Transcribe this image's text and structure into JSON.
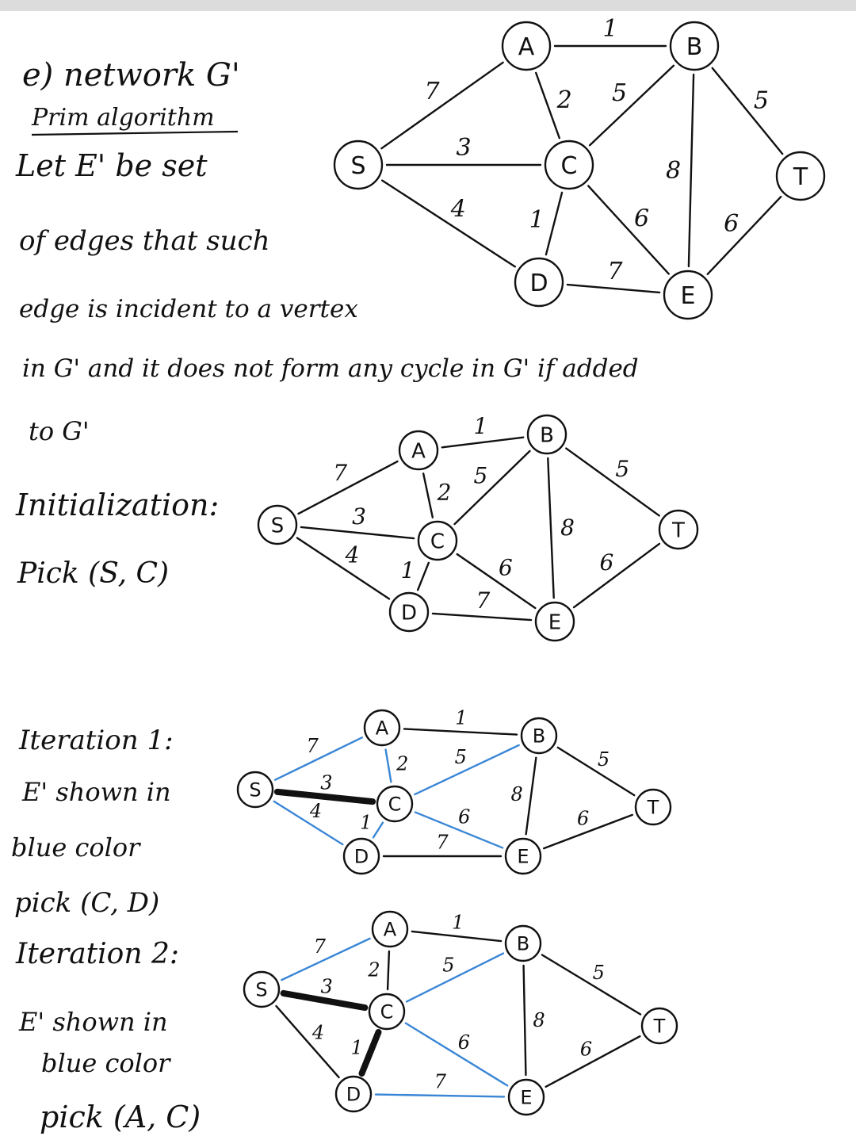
{
  "notes": {
    "line1": "e) network G'",
    "line2": "Prim algorithm",
    "line3": "Let E' be set",
    "line4": "of edges that such",
    "line5": "edge is incident to a vertex",
    "line6": "in G' and it does not form any cycle in G' if added",
    "line7": "to G'",
    "init_title": "Initialization:",
    "init_pick": "Pick (S, C)",
    "iter1_title": "Iteration 1:",
    "iter1_desc1": "E' shown in",
    "iter1_desc2": "blue color",
    "iter1_pick": "pick (C, D)",
    "iter2_title": "Iteration 2:",
    "iter2_desc1": "E' shown in",
    "iter2_desc2": "blue color",
    "iter2_pick": "pick (A, C)"
  },
  "graph": {
    "nodes": [
      "A",
      "B",
      "C",
      "D",
      "E",
      "S",
      "T"
    ],
    "edges": [
      {
        "from": "A",
        "to": "B",
        "weight": "1"
      },
      {
        "from": "A",
        "to": "C",
        "weight": "2"
      },
      {
        "from": "S",
        "to": "A",
        "weight": "7"
      },
      {
        "from": "S",
        "to": "C",
        "weight": "3"
      },
      {
        "from": "S",
        "to": "D",
        "weight": "4"
      },
      {
        "from": "C",
        "to": "B",
        "weight": "5"
      },
      {
        "from": "C",
        "to": "D",
        "weight": "1"
      },
      {
        "from": "C",
        "to": "E",
        "weight": "6"
      },
      {
        "from": "B",
        "to": "E",
        "weight": "8"
      },
      {
        "from": "B",
        "to": "T",
        "weight": "5"
      },
      {
        "from": "D",
        "to": "E",
        "weight": "7"
      },
      {
        "from": "E",
        "to": "T",
        "weight": "6"
      }
    ]
  },
  "diagrams": [
    {
      "id": "network",
      "blue_edges": [],
      "picked_edges": []
    },
    {
      "id": "initialization",
      "blue_edges": [],
      "picked_edges": []
    },
    {
      "id": "iteration1",
      "blue_edges": [
        "S-A",
        "S-D",
        "A-C",
        "C-B",
        "C-D",
        "C-E"
      ],
      "picked_edges": [
        "S-C"
      ]
    },
    {
      "id": "iteration2",
      "blue_edges": [
        "S-A",
        "C-B",
        "C-E",
        "D-E"
      ],
      "picked_edges": [
        "S-C",
        "C-D"
      ]
    }
  ],
  "colors": {
    "ink": "#111111",
    "blue": "#3a86d6",
    "paper": "#ffffff"
  }
}
